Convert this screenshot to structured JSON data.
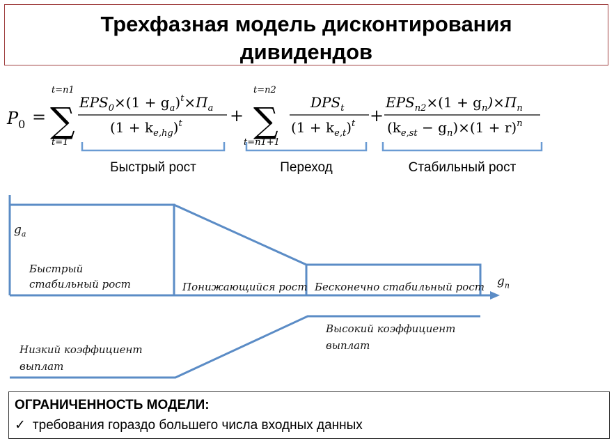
{
  "title": {
    "line1": "Трехфазная модель дисконтирования",
    "line2": "дивидендов"
  },
  "formula": {
    "lhs": "P",
    "lhs_sub": "0",
    "equals": "=",
    "sum1_upper": "t=n1",
    "sum1_lower": "t=1",
    "term1_num_a": "EPS",
    "term1_num_a_sub": "0",
    "term1_num_b": "×(1 + g",
    "term1_num_b_sub": "a",
    "term1_num_c": ")",
    "term1_num_c_sup": "t",
    "term1_num_d": "×П",
    "term1_num_d_sub": "a",
    "term1_den_a": "(1 + k",
    "term1_den_a_sub": "e,hg",
    "term1_den_b": ")",
    "term1_den_b_sup": "t",
    "plus": "+",
    "sum2_upper": "t=n2",
    "sum2_lower": "t=n1+1",
    "term2_num": "DPS",
    "term2_num_sub": "t",
    "term2_den_a": "(1 + k",
    "term2_den_a_sub": "e,t",
    "term2_den_b": ")",
    "term2_den_b_sup": "t",
    "term3_num_a": "EPS",
    "term3_num_a_sub": "n2",
    "term3_num_b": "×(1 + g",
    "term3_num_b_sub": "n",
    "term3_num_c": ")×П",
    "term3_num_c_sub": "n",
    "term3_den_a": "(k",
    "term3_den_a_sub": "e,st",
    "term3_den_b": " − g",
    "term3_den_b_sub": "n",
    "term3_den_c": ")×(1 + r)",
    "term3_den_c_sup": "n",
    "bracket_labels": [
      "Быстрый рост",
      "Переход",
      "Стабильный рост"
    ]
  },
  "diagram": {
    "ga_label": "g",
    "ga_sub": "a",
    "gn_label": "g",
    "gn_sub": "n",
    "phase1": [
      "Быстрый",
      "стабильный рост"
    ],
    "phase2": "Понижающийся рост",
    "phase3": "Бесконечно стабильный рост",
    "payout_low": [
      "Низкий коэффициент",
      "выплат"
    ],
    "payout_high": [
      "Высокий коэффициент",
      "выплат"
    ],
    "line_color": "#5b8cc6"
  },
  "limits": {
    "title": "ОГРАНИЧЕННОСТЬ МОДЕЛИ:",
    "check_icon": "✓",
    "item": "требования гораздо большего числа входных данных"
  }
}
